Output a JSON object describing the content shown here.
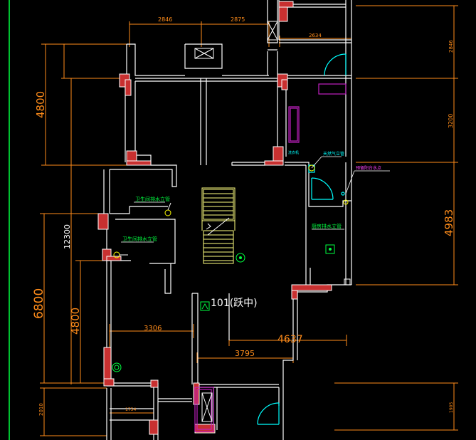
{
  "dimensions": {
    "top_left": "2846",
    "top_mid": "2875",
    "top_right": "2634",
    "right_top": "2846",
    "right_mid": "3200",
    "right_big": "4983",
    "left_4800_upper": "4800",
    "left_12300": "12300",
    "left_6800": "6800",
    "left_4800_lower": "4800",
    "left_small_bottom": "2010",
    "mid_3306": "3306",
    "mid_4637": "4637",
    "mid_3795": "3795",
    "bottom_1754": "1754",
    "right_bottom": "1905"
  },
  "labels": {
    "room_name": "101(跃中)",
    "left_upper_note": "卫生间排水立管",
    "left_lower_note": "卫生间排水立管",
    "cyan_note_1": "天然气立管",
    "right_note": "预留阳台水点",
    "cyan_note_2": "洗衣机",
    "kitchen_note": "厨房排水立管"
  },
  "colors": {
    "background": "#000000",
    "wall": "#ffffff",
    "dimension": "#ff8c1a",
    "column_fill": "#d03030",
    "door": "#00ffff",
    "annotation": "#00ff40",
    "furniture": "#c020c0",
    "stair": "#ffff80"
  }
}
